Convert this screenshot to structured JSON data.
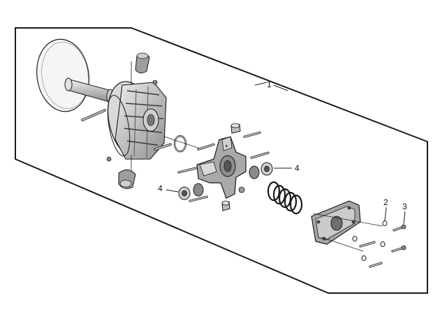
{
  "diagram": {
    "callouts": {
      "assembly": "1",
      "washer": "2",
      "screw": "3",
      "roller_left": "4",
      "roller_right": "4"
    },
    "colors": {
      "line": "#1a1a1a",
      "light_gray": "#e6e6e6",
      "mid_gray": "#b5b5b5",
      "dark_gray": "#6e6e6e",
      "background": "#ffffff"
    }
  }
}
